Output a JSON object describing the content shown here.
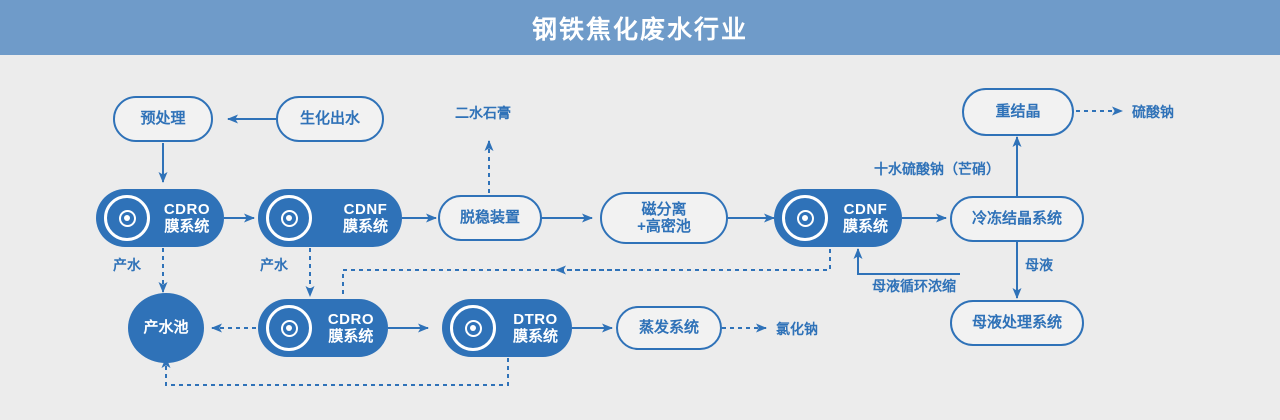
{
  "header": {
    "title": "钢铁焦化废水行业",
    "bg": "#6f9bc9",
    "text_color": "#ffffff"
  },
  "theme": {
    "accent": "#2f72b8",
    "background": "#ececec",
    "node_fill": "#f2f2f2"
  },
  "nodes": {
    "pretreatment": {
      "label": "预处理",
      "type": "outline"
    },
    "bio_effluent": {
      "label": "生化出水",
      "type": "outline"
    },
    "cdro_top": {
      "en": "CDRO",
      "cn": "膜系统",
      "type": "filled",
      "icon": "membrane-target-icon"
    },
    "cdnf_top": {
      "en": "CDNF",
      "cn": "膜系统",
      "type": "filled",
      "icon": "membrane-target-icon"
    },
    "destab": {
      "label": "脱稳装置",
      "type": "outline"
    },
    "magsep": {
      "line1": "磁分离",
      "line2": "+高密池",
      "type": "outline"
    },
    "cdnf_right": {
      "en": "CDNF",
      "cn": "膜系统",
      "type": "filled",
      "icon": "membrane-target-icon"
    },
    "freeze_cryst": {
      "label": "冷冻结晶系统",
      "type": "outline"
    },
    "recryst": {
      "label": "重结晶",
      "type": "outline"
    },
    "mother_liquor": {
      "label": "母液处理系统",
      "type": "outline"
    },
    "product_pool": {
      "label": "产水池",
      "type": "circle"
    },
    "cdro_bottom": {
      "en": "CDRO",
      "cn": "膜系统",
      "type": "filled",
      "icon": "membrane-target-icon"
    },
    "dtro_bottom": {
      "en": "DTRO",
      "cn": "膜系统",
      "type": "filled",
      "icon": "membrane-target-icon"
    },
    "evaporation": {
      "label": "蒸发系统",
      "type": "outline"
    }
  },
  "edge_labels": {
    "gypsum": "二水石膏",
    "sodium_sulfate": "硫酸钠",
    "sodium_chloride": "氯化钠",
    "glauber_salt": "十水硫酸钠（芒硝）",
    "mother_liquor_out": "母液",
    "mother_liquor_recycle": "母液循环浓缩",
    "product_water_1": "产水",
    "product_water_2": "产水"
  },
  "chart_data": {
    "type": "diagram",
    "title": "钢铁焦化废水行业",
    "flow": [
      {
        "from": "生化出水",
        "to": "预处理",
        "style": "solid"
      },
      {
        "from": "预处理",
        "to": "CDRO膜系统",
        "style": "solid"
      },
      {
        "from": "CDRO膜系统",
        "to": "CDNF膜系统",
        "style": "solid"
      },
      {
        "from": "CDNF膜系统",
        "to": "脱稳装置",
        "style": "solid"
      },
      {
        "from": "脱稳装置",
        "to": "二水石膏",
        "style": "dashed",
        "label": "二水石膏"
      },
      {
        "from": "脱稳装置",
        "to": "磁分离+高密池",
        "style": "solid"
      },
      {
        "from": "磁分离+高密池",
        "to": "CDNF膜系统(右)",
        "style": "solid"
      },
      {
        "from": "CDNF膜系统(右)",
        "to": "冷冻结晶系统",
        "style": "solid"
      },
      {
        "from": "冷冻结晶系统",
        "to": "重结晶",
        "style": "solid",
        "label": "十水硫酸钠（芒硝）"
      },
      {
        "from": "重结晶",
        "to": "硫酸钠",
        "style": "dashed"
      },
      {
        "from": "冷冻结晶系统",
        "to": "母液处理系统",
        "style": "solid",
        "label": "母液"
      },
      {
        "from": "母液处理系统",
        "to": "CDNF膜系统(右)",
        "style": "solid",
        "label": "母液循环浓缩"
      },
      {
        "from": "CDRO膜系统",
        "to": "产水池",
        "style": "dashed",
        "label": "产水"
      },
      {
        "from": "CDNF膜系统",
        "to": "CDRO膜系统(下)",
        "style": "dashed",
        "label": "产水"
      },
      {
        "from": "CDNF膜系统(右)",
        "to": "CDRO膜系统(下)",
        "style": "dashed"
      },
      {
        "from": "CDRO膜系统(下)",
        "to": "产水池",
        "style": "dashed"
      },
      {
        "from": "CDRO膜系统(下)",
        "to": "DTRO膜系统",
        "style": "solid"
      },
      {
        "from": "DTRO膜系统",
        "to": "产水池",
        "style": "dashed"
      },
      {
        "from": "DTRO膜系统",
        "to": "蒸发系统",
        "style": "solid"
      },
      {
        "from": "蒸发系统",
        "to": "氯化钠",
        "style": "dashed"
      }
    ]
  }
}
